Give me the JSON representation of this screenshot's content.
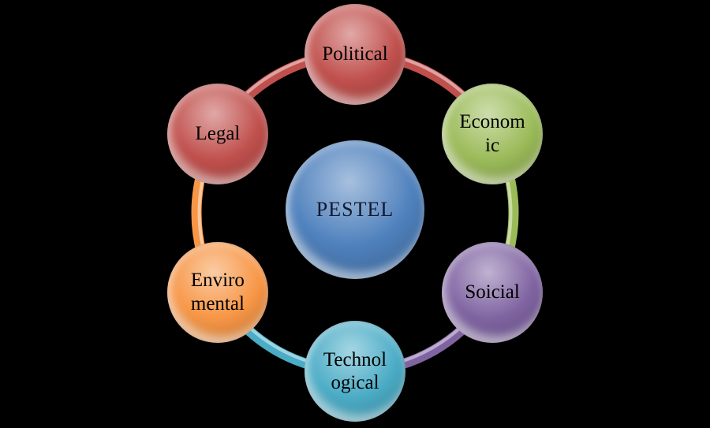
{
  "diagram": {
    "name": "PESTEL cycle diagram",
    "background_color": "#000000",
    "text_color": "#000000",
    "center": {
      "label": "PESTEL",
      "color": "#4f81bd"
    },
    "nodes": [
      {
        "label": "Political",
        "color": "#c0504d"
      },
      {
        "label": "Econom\nic",
        "color": "#9bbb59"
      },
      {
        "label": "Soicial",
        "color": "#8064a2"
      },
      {
        "label": "Technol\nogical",
        "color": "#4bacc6"
      },
      {
        "label": "Enviro\nmental",
        "color": "#f79646"
      },
      {
        "label": "Legal",
        "color": "#c0504d"
      }
    ]
  }
}
